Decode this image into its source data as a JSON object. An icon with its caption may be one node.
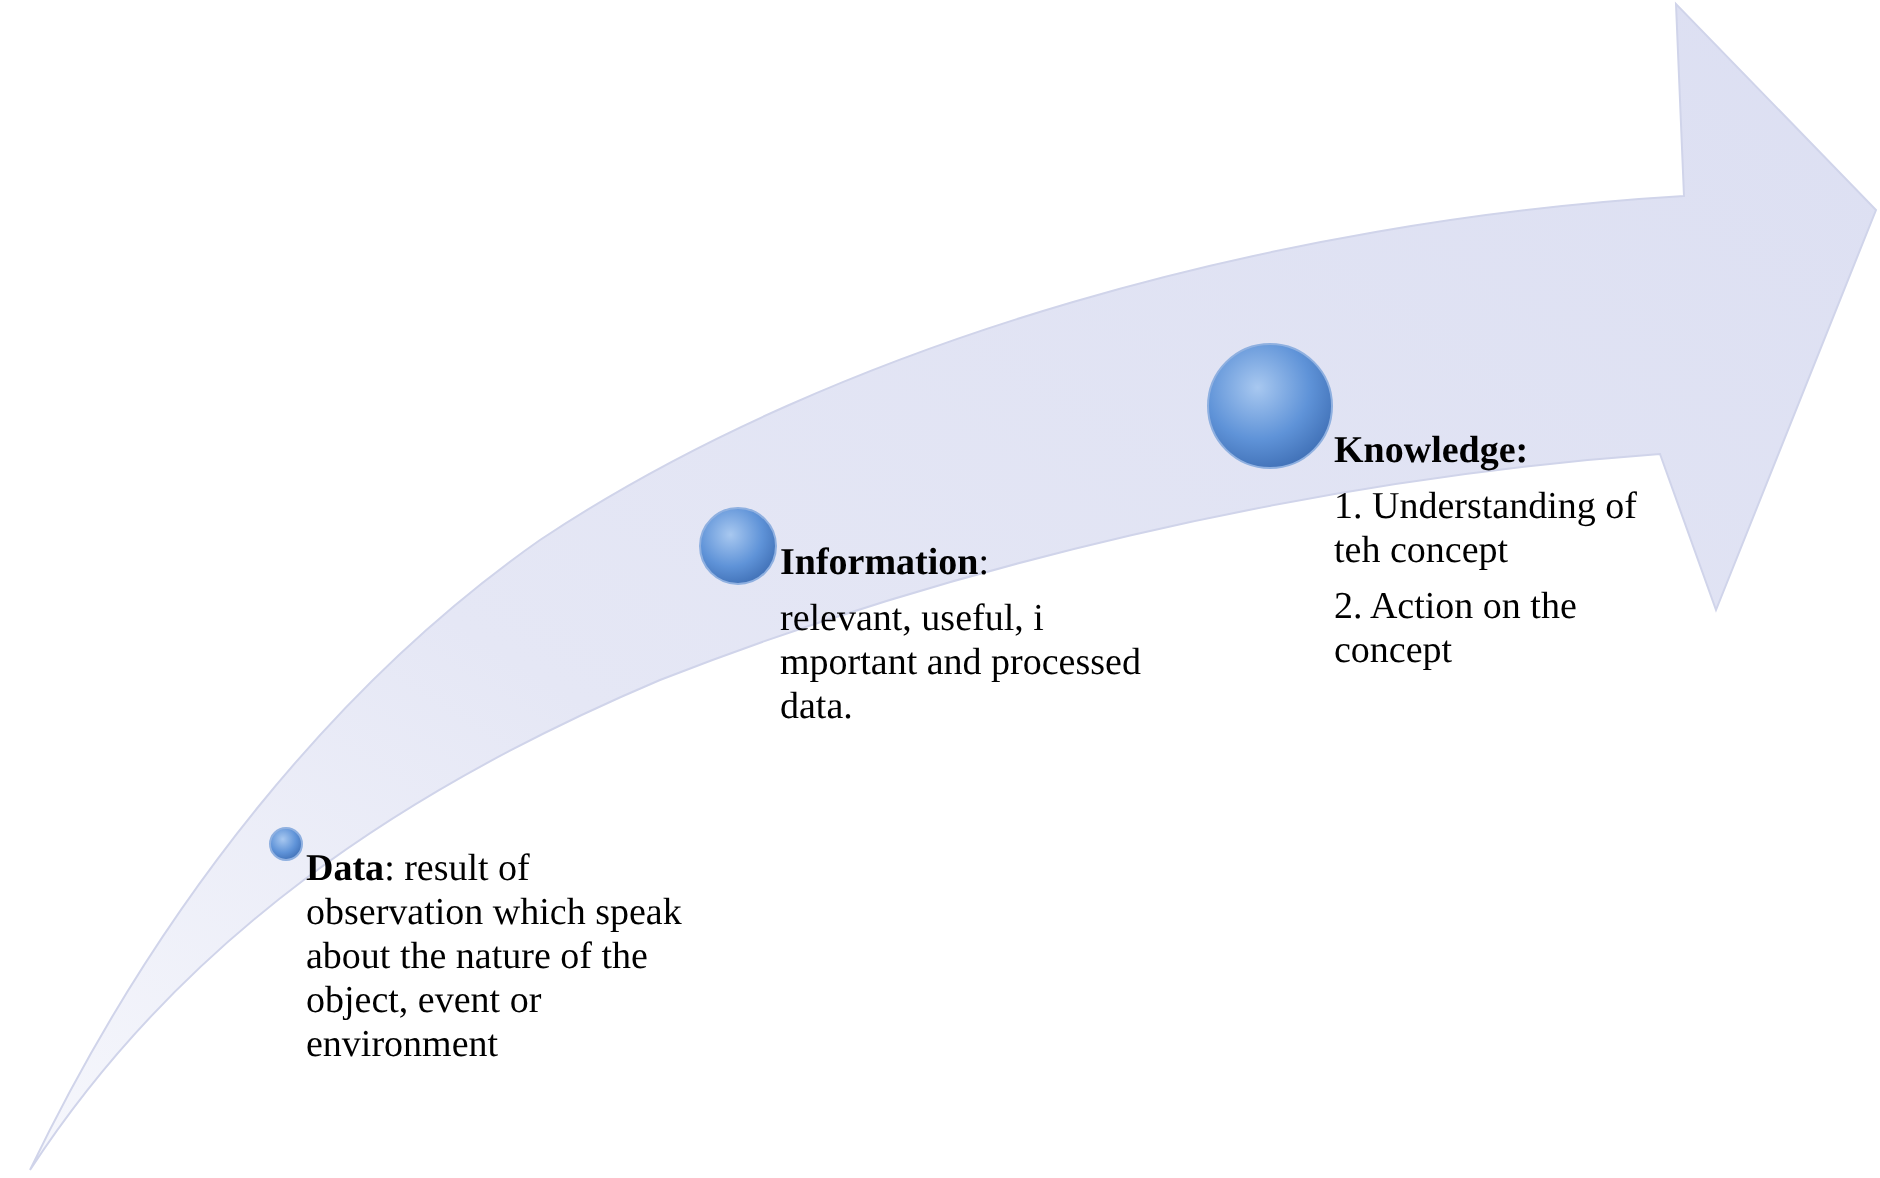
{
  "diagram": {
    "nodes": [
      {
        "text": [
          "**Data**: result of observation which speak about the nature of the object, event or environment"
        ]
      },
      {
        "text": [
          "**Information**:",
          "relevant, useful, i mportant and processed data."
        ]
      },
      {
        "text": [
          "Knowledge:",
          "1. Understanding of teh concept",
          "2. Action on the concept"
        ]
      }
    ]
  }
}
